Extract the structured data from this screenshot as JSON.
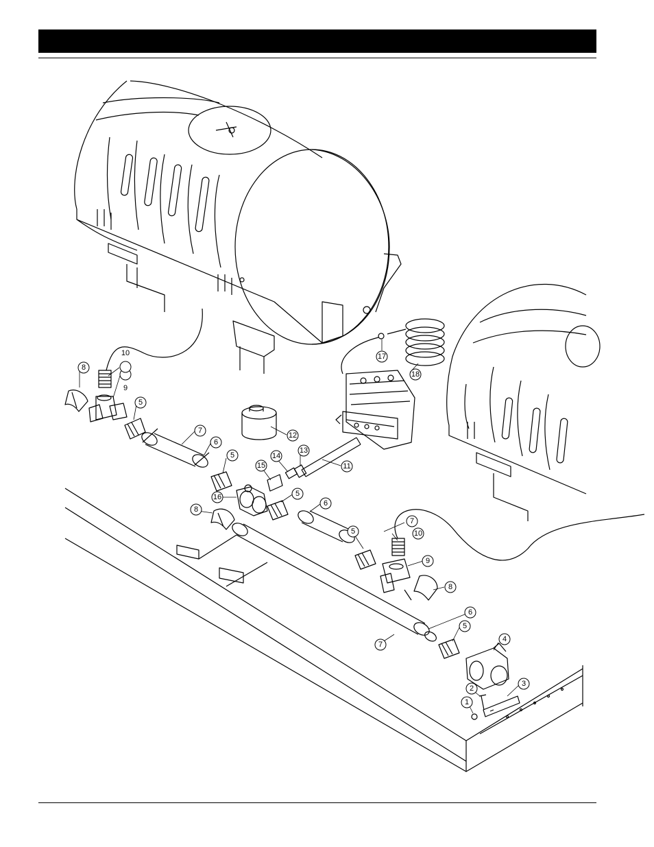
{
  "header": {
    "bar_color": "#000000"
  },
  "diagram": {
    "callouts": [
      {
        "id": "c1",
        "label": "1"
      },
      {
        "id": "c2",
        "label": "2"
      },
      {
        "id": "c3",
        "label": "3"
      },
      {
        "id": "c4",
        "label": "4"
      },
      {
        "id": "c5a",
        "label": "5"
      },
      {
        "id": "c5b",
        "label": "5"
      },
      {
        "id": "c5c",
        "label": "5"
      },
      {
        "id": "c5d",
        "label": "5"
      },
      {
        "id": "c5e",
        "label": "5"
      },
      {
        "id": "c6a",
        "label": "6"
      },
      {
        "id": "c6b",
        "label": "6"
      },
      {
        "id": "c6c",
        "label": "6"
      },
      {
        "id": "c7a",
        "label": "7"
      },
      {
        "id": "c7b",
        "label": "7"
      },
      {
        "id": "c7c",
        "label": "7"
      },
      {
        "id": "c8a",
        "label": "8"
      },
      {
        "id": "c8b",
        "label": "8"
      },
      {
        "id": "c8c",
        "label": "8"
      },
      {
        "id": "c9a",
        "label": "9"
      },
      {
        "id": "c9b",
        "label": "9"
      },
      {
        "id": "c10a",
        "label": "10"
      },
      {
        "id": "c10b",
        "label": "10"
      },
      {
        "id": "c11",
        "label": "11"
      },
      {
        "id": "c12",
        "label": "12"
      },
      {
        "id": "c13",
        "label": "13"
      },
      {
        "id": "c14",
        "label": "14"
      },
      {
        "id": "c15",
        "label": "15"
      },
      {
        "id": "c16",
        "label": "16"
      },
      {
        "id": "c17",
        "label": "17"
      },
      {
        "id": "c18",
        "label": "18"
      }
    ]
  }
}
